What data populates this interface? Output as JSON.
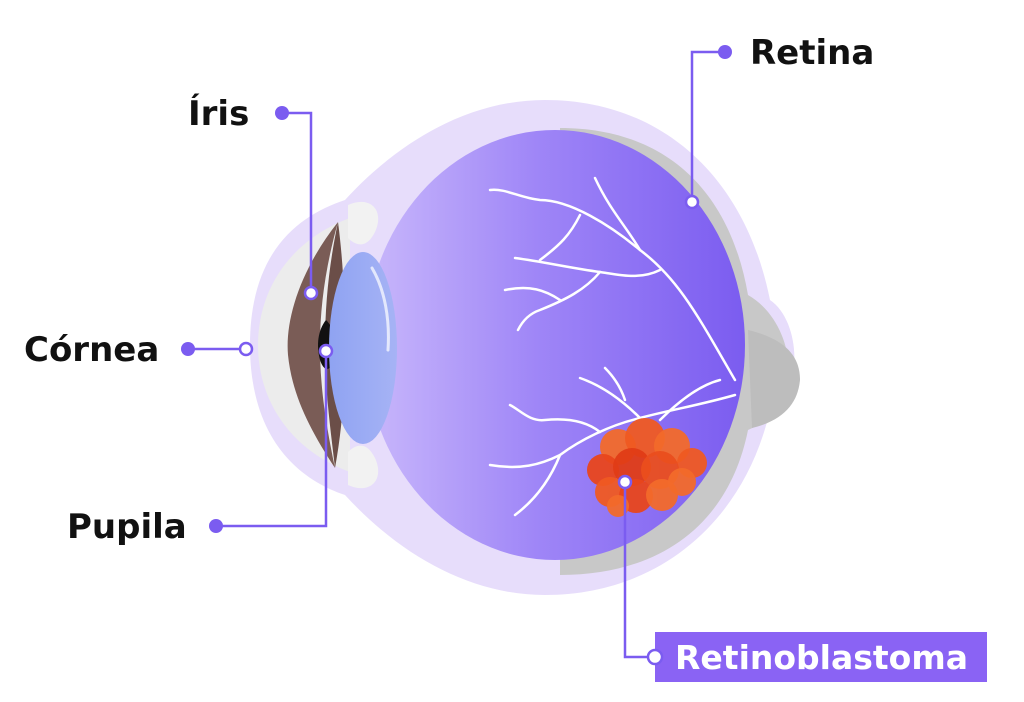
{
  "labels": {
    "retina": "Retina",
    "iris": "Íris",
    "cornea": "Córnea",
    "pupil": "Pupila",
    "retinoblastoma": "Retinoblastoma"
  },
  "colors": {
    "accent": "#7b5cf0",
    "eyeball": "#9a82f6",
    "eyeball_deep": "#7a5cf0",
    "sclera_outer": "#e6ddfb",
    "sclera_gray": "#c4c4c4",
    "lens": "#93a6f2",
    "iris": "#7a5c56",
    "pupil": "#111111",
    "tumor": "#e8461c",
    "tumor_light": "#f26a2a",
    "vessel": "#ffffff",
    "label_text": "#111111",
    "highlight_bg": "#8a63f4",
    "highlight_text": "#ffffff"
  }
}
